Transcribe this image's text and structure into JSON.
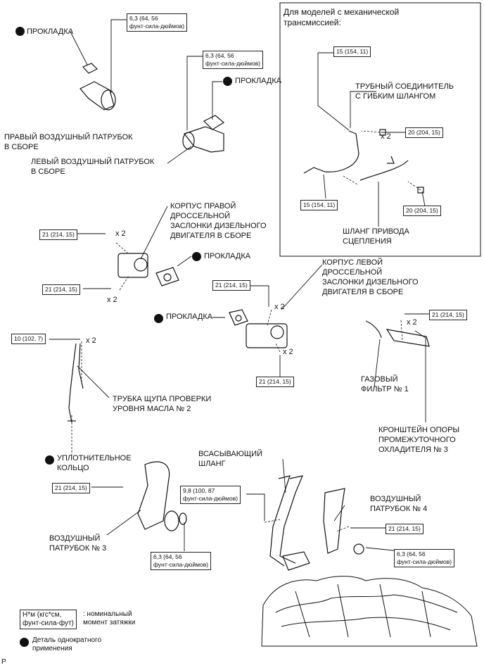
{
  "inset": {
    "title": "Для моделей с механической\nтрансмиссией:",
    "flex_hose_label": "ТРУБНЫЙ СОЕДИНИТЕЛЬ\nС ГИБКИМ ШЛАНГОМ",
    "clutch_hose_label": "ШЛАНГ ПРИВОДА\nСЦЕПЛЕНИЯ",
    "torque_a": "15 (154, 11)",
    "torque_b": "20 (204, 15)",
    "torque_c": "15 (154, 11)",
    "torque_d": "20 (204, 15)",
    "mult_b": "x 2"
  },
  "parts": {
    "gasket_1": "ПРОКЛАДКА",
    "gasket_2": "ПРОКЛАДКА",
    "gasket_3": "ПРОКЛАДКА",
    "gasket_4": "ПРОКЛАДКА",
    "right_air_pipe": "ПРАВЫЙ ВОЗДУШНЫЙ ПАТРУБОК\nВ СБОРЕ",
    "left_air_pipe": "ЛЕВЫЙ ВОЗДУШНЫЙ ПАТРУБОК\nВ СБОРЕ",
    "right_throttle": "КОРПУС ПРАВОЙ\nДРОССЕЛЬНОЙ\nЗАСЛОНКИ ДИЗЕЛЬНОГО\nДВИГАТЕЛЯ В СБОРЕ",
    "left_throttle": "КОРПУС ЛЕВОЙ\nДРОССЕЛЬНОЙ\nЗАСЛОНКИ ДИЗЕЛЬНОГО\nДВИГАТЕЛЯ В СБОРЕ",
    "dipstick_tube": "ТРУБКА ЩУПА ПРОВЕРКИ\nУРОВНЯ МАСЛА № 2",
    "gas_filter": "ГАЗОВЫЙ\nФИЛЬТР № 1",
    "intercooler_bracket": "КРОНШТЕЙН ОПОРЫ\nПРОМЕЖУТОЧНОГО\nОХЛАДИТЕЛЯ № 3",
    "o_ring": "УПЛОТНИТЕЛЬНОЕ\nКОЛЬЦО",
    "intake_hose": "ВСАСЫВАЮЩИЙ\nШЛАНГ",
    "air_pipe_4": "ВОЗДУШНЫЙ\nПАТРУБОК № 4",
    "air_pipe_3": "ВОЗДУШНЫЙ\nПАТРУБОК № 3"
  },
  "torques": {
    "t1": "6,3 (64, 56\nфунт-сила-дюймов)",
    "t2": "6,3 (64, 56\nфунт-сила-дюймов)",
    "t3": "21 (214, 15)",
    "t4": "21 (214, 15)",
    "t5": "21 (214, 15)",
    "t6": "21 (214, 15)",
    "t7": "10 (102, 7)",
    "t8": "21 (214, 15)",
    "t9": "21 (214, 15)",
    "t10": "9,8 (100, 87\nфунт-сила-дюймов)",
    "t11": "21 (214, 15)",
    "t12": "6,3 (64, 56\nфунт-сила-дюймов)",
    "t13": "6,3 (64, 56\nфунт-сила-дюймов)"
  },
  "multipliers": {
    "m1": "x 2",
    "m2": "x 2",
    "m3": "x 2",
    "m4": "x 2",
    "m5": "x 2",
    "m6": "x 2"
  },
  "legend": {
    "unit_box": "Н*м (кгс*см,\nфунт-сила-фут)",
    "unit_desc": ": номинальный\nмомент затяжки",
    "single_use": "Деталь однократного\nприменения"
  },
  "figure_code": "P"
}
